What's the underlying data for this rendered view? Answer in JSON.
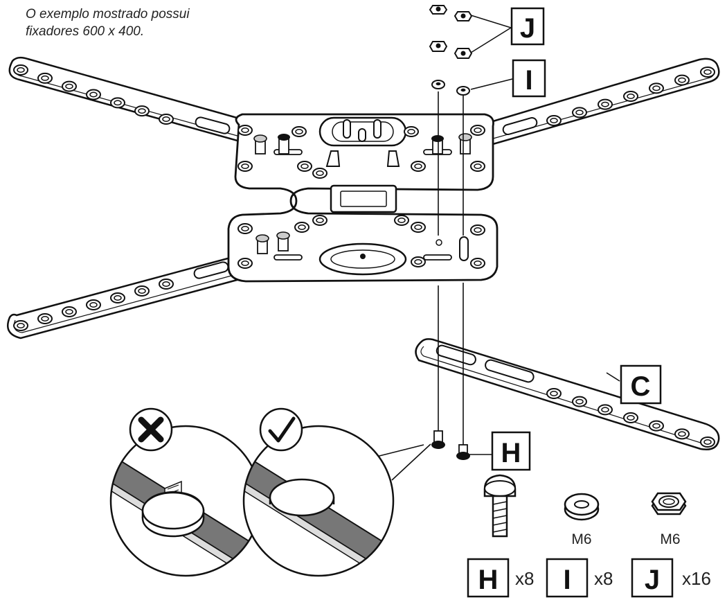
{
  "caption": {
    "line0": "O exemplo mostrado possui",
    "line1": "fixadores 600 x 400."
  },
  "labels": {
    "J": "J",
    "I": "I",
    "C": "C",
    "H": "H"
  },
  "parts": {
    "washer_size": "M6",
    "nut_size": "M6",
    "h_count": "x8",
    "i_count": "x8",
    "j_count": "x16"
  },
  "icons": {
    "wrong": "cross-icon",
    "right": "check-icon"
  }
}
